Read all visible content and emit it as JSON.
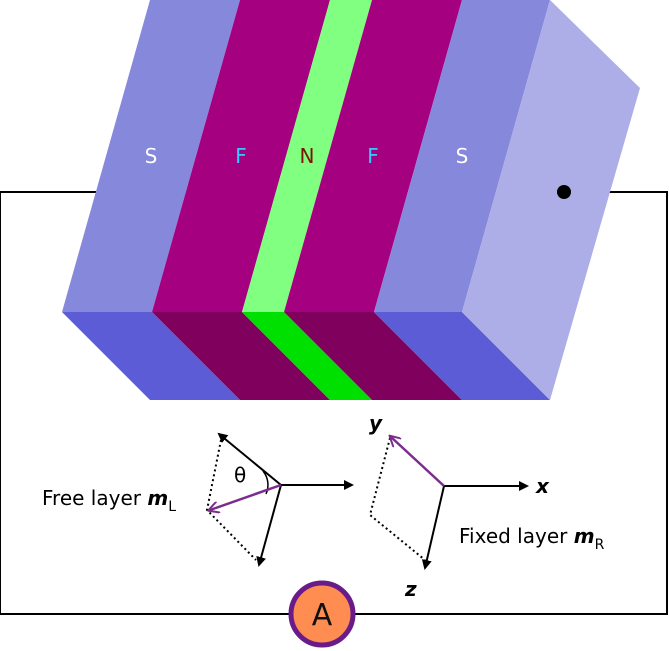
{
  "layers": [
    {
      "label": "S",
      "face": "#8688dc",
      "bottom": "#5c5cd6",
      "label_color": "#ffffff"
    },
    {
      "label": "F",
      "face": "#a5007f",
      "bottom": "#80005e",
      "label_color": "#33ccff"
    },
    {
      "label": "N",
      "face": "#80ff80",
      "bottom": "#00e000",
      "label_color": "#7a1500"
    },
    {
      "label": "F",
      "face": "#a5007f",
      "bottom": "#80005e",
      "label_color": "#33ccff"
    },
    {
      "label": "S",
      "face": "#8688dc",
      "bottom": "#5c5cd6",
      "label_color": "#ffffff"
    }
  ],
  "side_face_color": "#adaee8",
  "free_layer": {
    "text": "Free layer ",
    "symbol": "m",
    "subscript": "L",
    "angle_symbol": "θ"
  },
  "fixed_layer": {
    "text": "Fixed layer ",
    "symbol": "m",
    "subscript": "R"
  },
  "axes": {
    "x": "x",
    "y": "y",
    "z": "z"
  },
  "ammeter": {
    "label": "A",
    "fill": "#ff8c50",
    "stroke": "#6a1b8a"
  },
  "magnetization_color": "#7b2d8e"
}
